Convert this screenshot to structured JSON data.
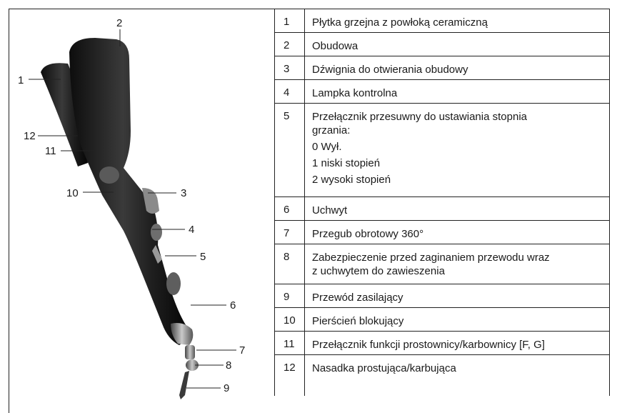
{
  "illustration": {
    "callouts": [
      "1",
      "2",
      "3",
      "4",
      "5",
      "6",
      "7",
      "8",
      "9",
      "10",
      "11",
      "12"
    ]
  },
  "parts": [
    {
      "num": "1",
      "lines": [
        "Płytka grzejna z powłoką ceramiczną"
      ]
    },
    {
      "num": "2",
      "lines": [
        "Obudowa"
      ]
    },
    {
      "num": "3",
      "lines": [
        "Dźwignia do otwierania obudowy"
      ]
    },
    {
      "num": "4",
      "lines": [
        "Lampka kontrolna"
      ]
    },
    {
      "num": "5",
      "lines": [
        "Przełącznik przesuwny do ustawiania stopnia",
        "grzania:",
        "0  Wył.",
        "1 niski stopień",
        "2  wysoki stopień"
      ]
    },
    {
      "num": "6",
      "lines": [
        "Uchwyt"
      ]
    },
    {
      "num": "7",
      "lines": [
        "Przegub obrotowy 360°"
      ]
    },
    {
      "num": "8",
      "lines": [
        "Zabezpieczenie przed zaginaniem przewodu wraz",
        "z uchwytem do zawieszenia"
      ]
    },
    {
      "num": "9",
      "lines": [
        "Przewód zasilający"
      ]
    },
    {
      "num": "10",
      "lines": [
        "Pierścień blokujący"
      ]
    },
    {
      "num": "11",
      "lines": [
        "Przełącznik funkcji prostownicy/karbownicy [F, G]"
      ]
    },
    {
      "num": "12",
      "lines": [
        "Nasadka prostująca/karbująca"
      ]
    }
  ]
}
